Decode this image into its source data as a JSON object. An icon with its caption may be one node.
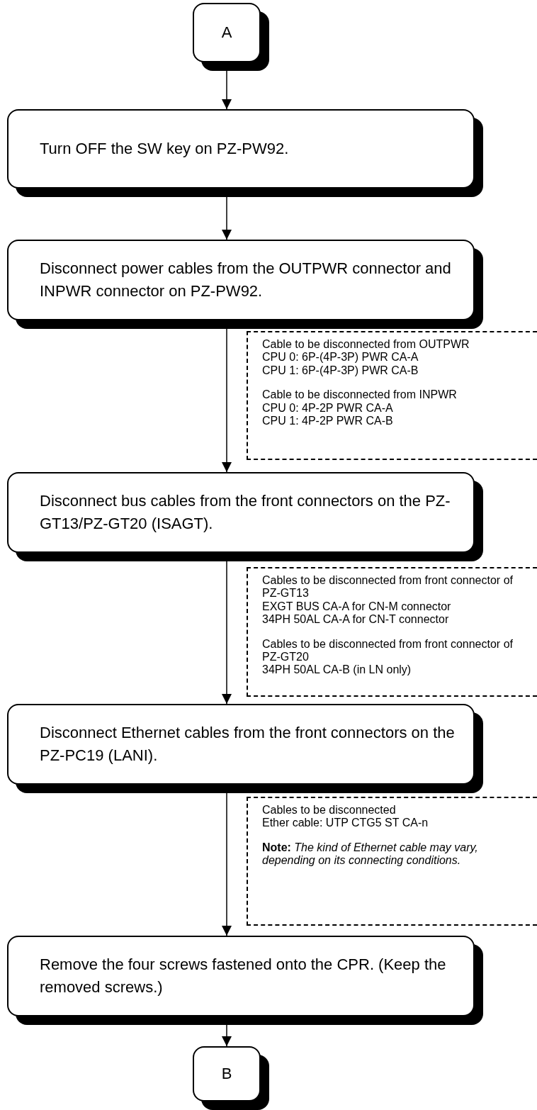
{
  "diagram": {
    "nodes": [
      {
        "text": [
          "A"
        ]
      },
      {
        "text": [
          "Turn OFF the SW key on PZ-PW92."
        ]
      },
      {
        "text": [
          "Disconnect power cables from the OUTPWR connector and INPWR connector on PZ-PW92."
        ]
      },
      {
        "text": [
          "Cable to be disconnected from OUTPWR",
          "CPU 0: 6P-(4P-3P) PWR CA-A",
          "CPU 1: 6P-(4P-3P) PWR CA-B",
          "Cable to be disconnected from INPWR",
          "CPU 0: 4P-2P PWR CA-A",
          "CPU 1: 4P-2P PWR CA-B"
        ]
      },
      {
        "text": [
          "Disconnect bus cables from the front connectors on the PZ-GT13/PZ-GT20 (ISAGT)."
        ]
      },
      {
        "text": [
          "Cables to be disconnected from front connector of PZ-GT13",
          "EXGT BUS CA-A for CN-M connector",
          "34PH 50AL CA-A for CN-T connector",
          "Cables to be disconnected from front connector of PZ-GT20",
          "34PH 50AL CA-B (in LN only)"
        ]
      },
      {
        "text": [
          "Disconnect Ethernet cables from the front connectors on the PZ-PC19 (LANI)."
        ]
      },
      {
        "text": [
          "Cables to be disconnected",
          "Ether cable: UTP CTG5 ST CA-n",
          "**Note:** *The kind of Ethernet cable may vary, depending on its connecting conditions.*"
        ]
      },
      {
        "text": [
          "Remove the four screws fastened onto the CPR. (Keep the removed screws.)"
        ]
      },
      {
        "text": [
          "B"
        ]
      }
    ],
    "edges": [
      {
        "from": 0,
        "to": 1,
        "arrow": "to"
      },
      {
        "from": 1,
        "to": 2,
        "arrow": "to"
      },
      {
        "from": 2,
        "to": 4,
        "arrow": "to"
      },
      {
        "from": 4,
        "to": 6,
        "arrow": "to"
      },
      {
        "from": 6,
        "to": 8,
        "arrow": "to"
      },
      {
        "from": 8,
        "to": 9,
        "arrow": "to"
      }
    ]
  }
}
